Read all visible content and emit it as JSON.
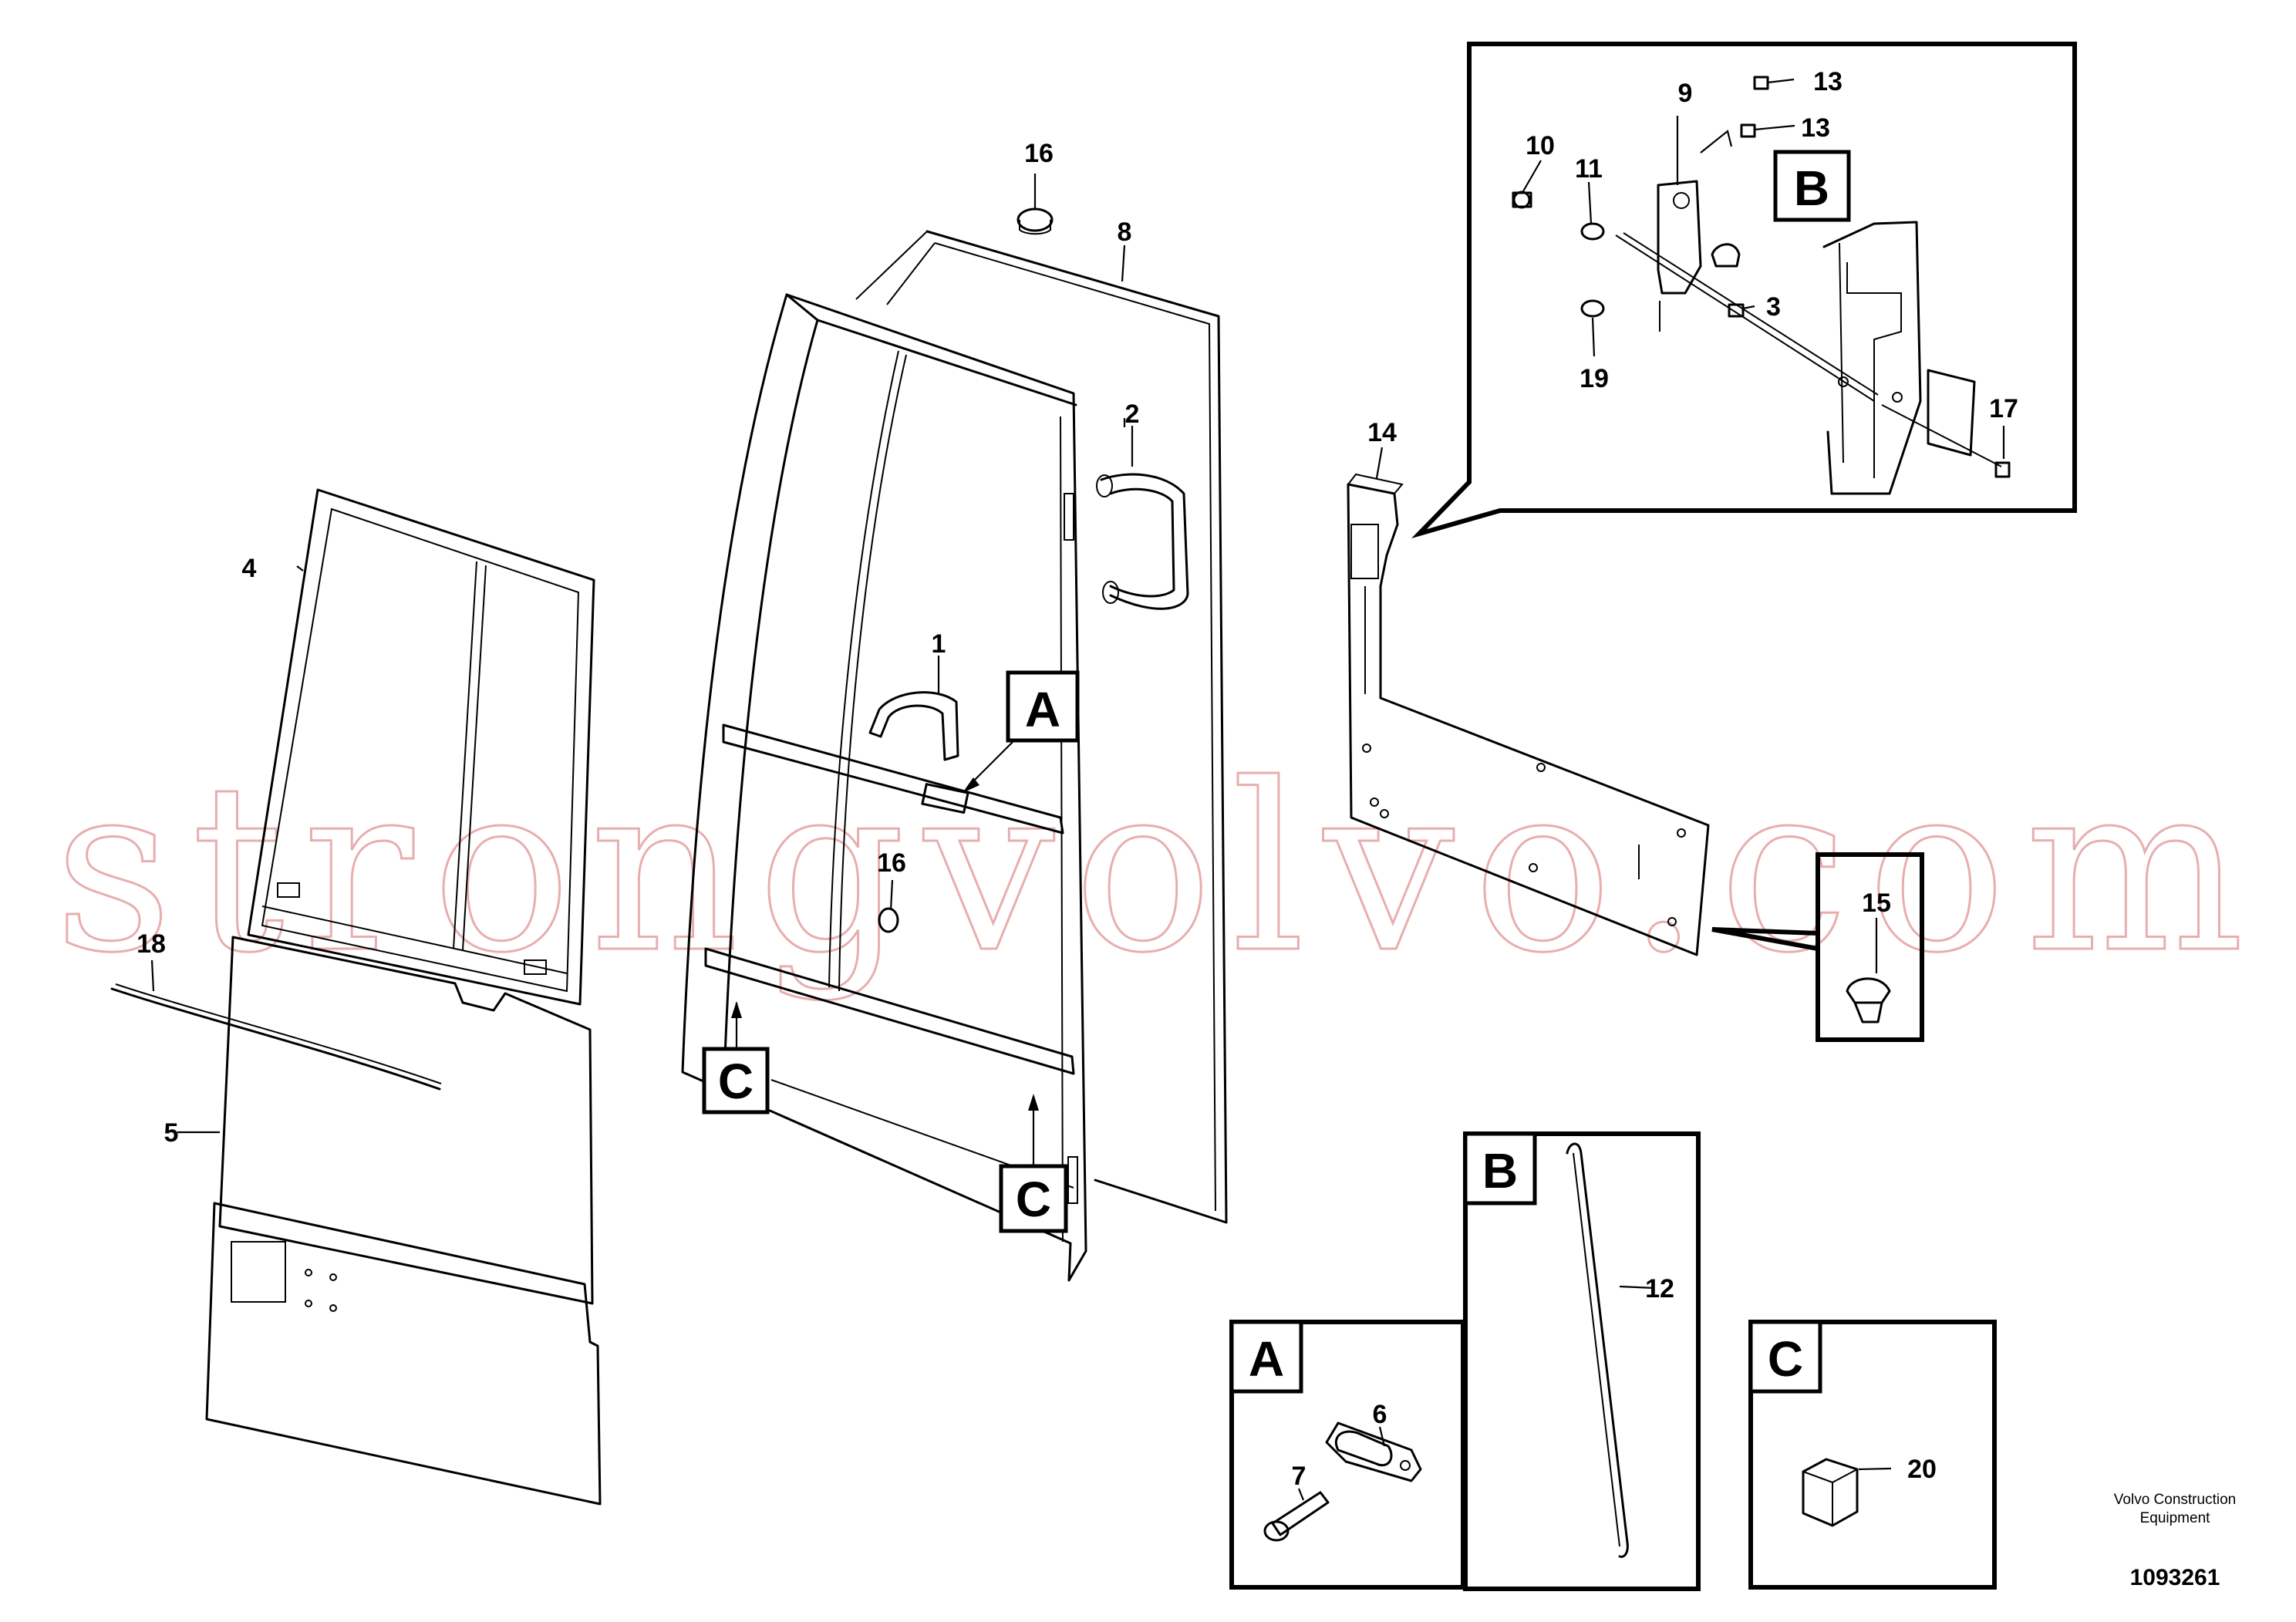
{
  "callouts": {
    "c1": "1",
    "c2": "2",
    "c3": "3",
    "c4": "4",
    "c5": "5",
    "c6": "6",
    "c7": "7",
    "c8": "8",
    "c9": "9",
    "c10": "10",
    "c11": "11",
    "c12": "12",
    "c13a": "13",
    "c13b": "13",
    "c14": "14",
    "c15": "15",
    "c16a": "16",
    "c16b": "16",
    "c17": "17",
    "c18": "18",
    "c19": "19",
    "c20": "20"
  },
  "detail_tags": {
    "a_marker": "A",
    "b_marker": "B",
    "c_marker_1": "C",
    "c_marker_2": "C",
    "a_box": "A",
    "b_box": "B",
    "c_box": "C"
  },
  "credit": {
    "line1": "Volvo Construction",
    "line2": "Equipment"
  },
  "document_number": "1093261",
  "watermark": "strongvolvo.com"
}
